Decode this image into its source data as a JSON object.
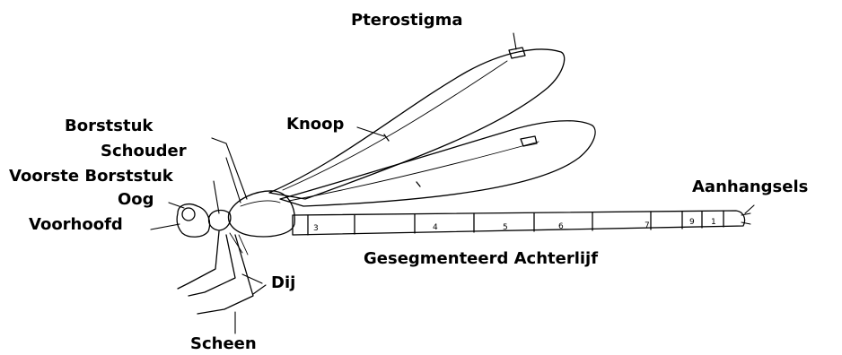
{
  "labels": {
    "pterostigma": "Pterostigma",
    "knoop": "Knoop",
    "borststuk": "Borststuk",
    "schouder": "Schouder",
    "voorste_borststuk": "Voorste Borststuk",
    "oog": "Oog",
    "voorhoofd": "Voorhoofd",
    "aanhangsels": "Aanhangsels",
    "achterlijf": "Gesegmenteerd Achterlijf",
    "dij": "Dij",
    "scheen": "Scheen"
  },
  "segment_numbers": [
    "3",
    "4",
    "5",
    "6",
    "7",
    "9",
    "1"
  ],
  "colors": {
    "line": "#000000",
    "background": "#ffffff"
  }
}
